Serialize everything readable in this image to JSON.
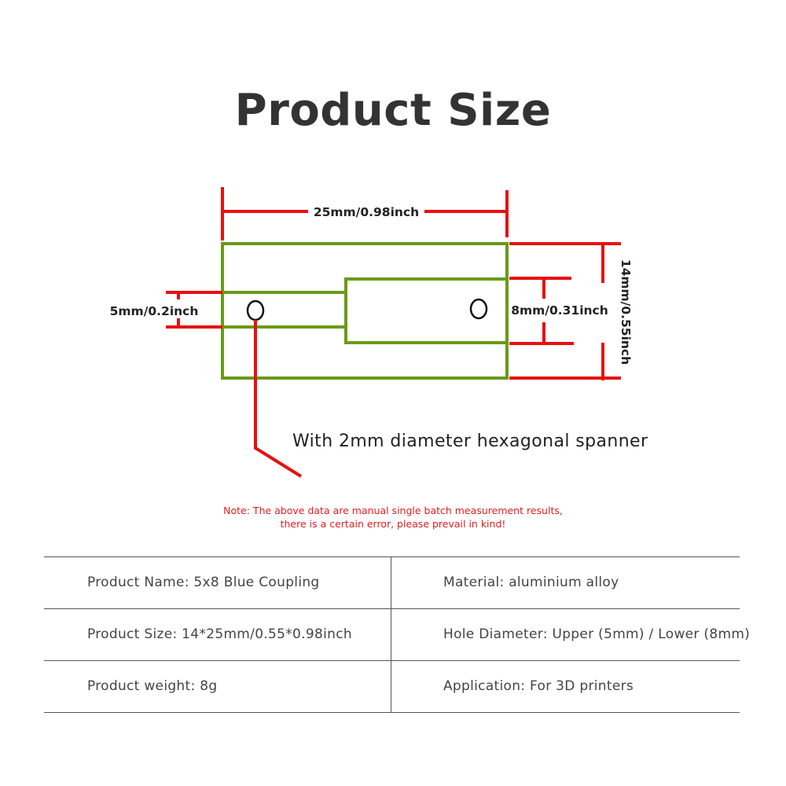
{
  "page_title": "Product Size",
  "diagram": {
    "dim_length_label": "25mm/0.98inch",
    "dim_height_label": "14mm/0.55inch",
    "dim_upper_bore_label": "5mm/0.2inch",
    "dim_lower_bore_label": "8mm/0.31inch",
    "callout_label": "With 2mm diameter hexagonal spanner",
    "colors": {
      "outline": "#6a9a16",
      "dimension": "#e81010",
      "text": "#222222"
    }
  },
  "note": {
    "line1": "Note: The above data are manual single batch measurement results,",
    "line2": "there is a certain error, please prevail in kind!"
  },
  "specs": [
    {
      "left": "Product Name: 5x8 Blue Coupling",
      "right": "Material: aluminium alloy"
    },
    {
      "left": "Product Size: 14*25mm/0.55*0.98inch",
      "right": "Hole Diameter: Upper (5mm) / Lower (8mm)"
    },
    {
      "left": "Product weight: 8g",
      "right": "Application: For 3D printers"
    }
  ]
}
